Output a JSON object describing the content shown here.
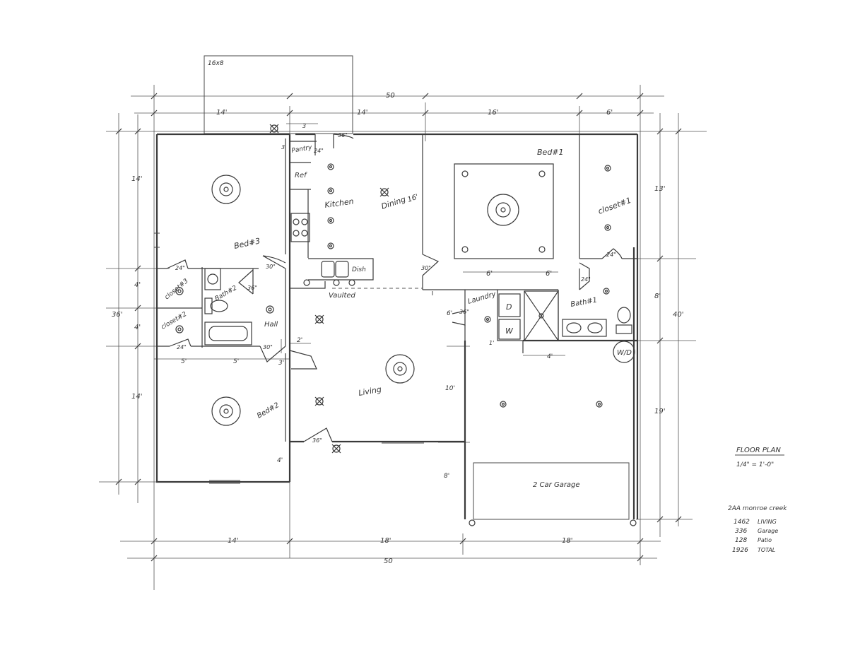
{
  "rooms": {
    "bed1": "Bed#1",
    "bed2": "Bed#2",
    "bed3": "Bed#3",
    "bath1": "Bath#1",
    "bath2": "Bath#2",
    "closet1": "closet#1",
    "closet2": "closet#2",
    "closet3": "closet#3",
    "hall": "Hall",
    "kitchen": "Kitchen",
    "dining": "Dining",
    "pantry": "Pantry",
    "laundry": "Laundry",
    "living": "Living",
    "vaulted": "Vaulted",
    "garage": "2 Car Garage"
  },
  "fixtures": {
    "ref": "Ref",
    "dish": "Dish",
    "dryer": "D",
    "washer": "W",
    "wd": "W/D"
  },
  "patio": "16x8",
  "dims": {
    "overall_top": "50",
    "overall_bottom": "50",
    "overall_depth": "36'",
    "overall_depth_right": "40'",
    "top_seg1": "14'",
    "top_seg2": "14'",
    "top_seg3": "16'",
    "top_seg4": "6'",
    "bottom_seg1": "14'",
    "bottom_seg2": "18'",
    "bottom_seg3": "18'",
    "left_seg1": "14'",
    "left_seg2": "4'",
    "left_seg3": "4'",
    "left_seg4": "14'",
    "right_seg1": "13'",
    "right_seg2": "8'",
    "right_seg3": "19'",
    "pantry_w": "3",
    "pantry_d": "3",
    "dining_16": "16'",
    "bed1_a": "6'",
    "bed1_b": "6'",
    "laundry_6": "6'",
    "laundry_1": "1'",
    "bath_4": "4'",
    "hall_2": "2'",
    "hall_3": "3'",
    "closet_5a": "5'",
    "closet_5b": "5'",
    "living_10": "10'",
    "living_8": "8'",
    "bed2_4": "4'"
  },
  "doors": {
    "d36_kitchen": "36\"",
    "d24_pantry": "24\"",
    "d30_hall": "30\"",
    "d30_bed1": "30\"",
    "d36_laundry": "36\"",
    "d24_closet1": "24\"",
    "d24_bath1": "24\"",
    "d24_closet3": "24\"",
    "d36_bath2": "36\"",
    "d24_closet2": "24\"",
    "d30_bed2": "30\"",
    "d36_living": "36\""
  },
  "title_block": {
    "title": "FLOOR PLAN",
    "scale": "1/4\" = 1'-0\"",
    "plan_name": "2AA monroe creek",
    "areas": [
      {
        "value": "1462",
        "label": "LIVING"
      },
      {
        "value": "336",
        "label": "Garage"
      },
      {
        "value": "128",
        "label": "Patio"
      },
      {
        "value": "1926",
        "label": "TOTAL"
      }
    ]
  }
}
